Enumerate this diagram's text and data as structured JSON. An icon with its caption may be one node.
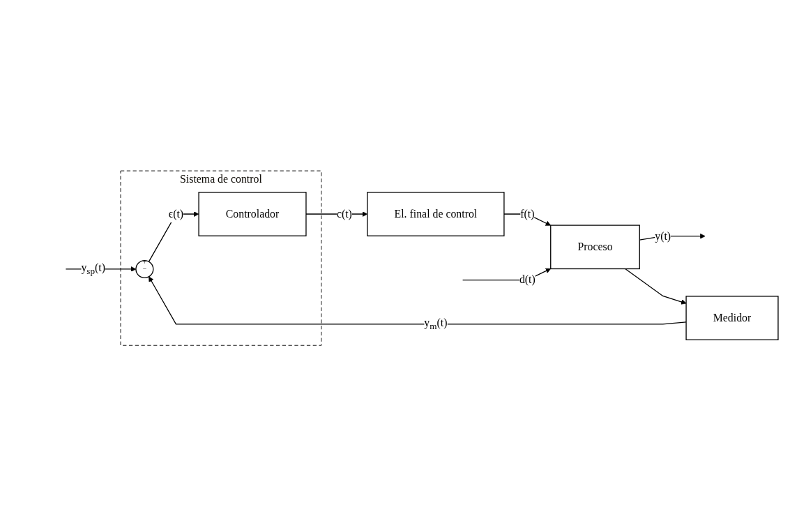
{
  "diagram": {
    "nodes": [
      {
        "text": [
          "Sistema de control"
        ]
      },
      {
        "text": [
          "+",
          "−"
        ],
        "in": 0
      },
      {
        "text": [
          "Controlador"
        ],
        "in": 0
      },
      {
        "text": [
          "El. final de control"
        ]
      },
      {
        "text": [
          "Proceso"
        ]
      },
      {
        "text": [
          "Medidor"
        ]
      }
    ],
    "edges": [
      {
        "from": null,
        "to": 1,
        "arrow": "to",
        "label": "y$_{sp}$(t)"
      },
      {
        "from": 1,
        "to": 2,
        "arrow": "to",
        "label": "ϵ(t)"
      },
      {
        "from": 2,
        "to": 3,
        "arrow": "to",
        "label": "c(t)"
      },
      {
        "from": 3,
        "to": 4,
        "arrow": "to",
        "label": "f(t)"
      },
      {
        "from": null,
        "to": 4,
        "arrow": "to",
        "label": "d(t)"
      },
      {
        "from": 4,
        "to": null,
        "arrow": "to",
        "label": "y(t)"
      },
      {
        "from": 4,
        "to": 5,
        "arrow": "to"
      },
      {
        "from": 5,
        "to": 1,
        "arrow": "to",
        "label": "y$_{m}$(t)"
      }
    ]
  }
}
